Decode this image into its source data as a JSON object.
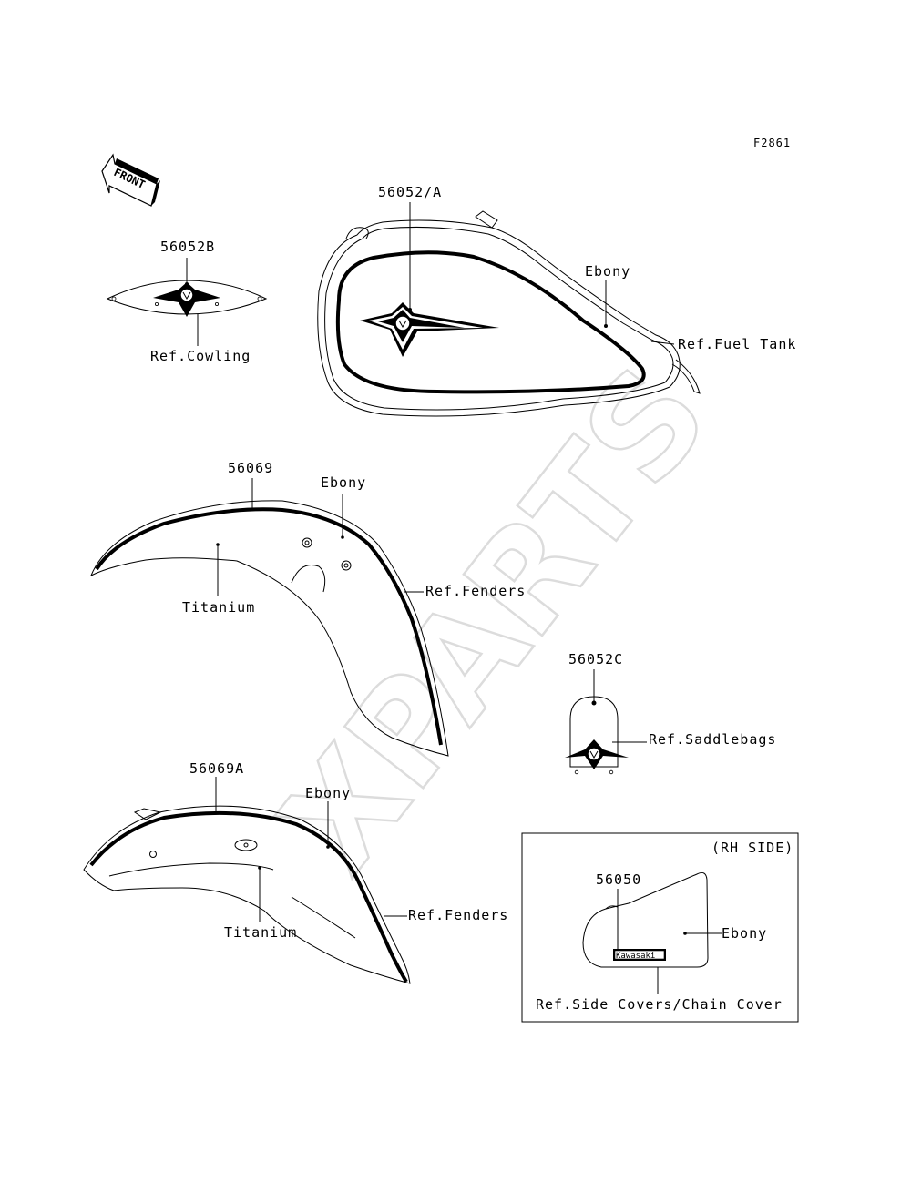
{
  "figure_code": "F2861",
  "front_label": "FRONT",
  "watermark": "XPARTS",
  "labels": {
    "tank_part": "56052/A",
    "tank_color": "Ebony",
    "tank_ref": "Ref.Fuel Tank",
    "cowling_part": "56052B",
    "cowling_ref": "Ref.Cowling",
    "front_fender_part": "56069",
    "front_fender_color1": "Ebony",
    "front_fender_color2": "Titanium",
    "front_fender_ref": "Ref.Fenders",
    "saddlebag_part": "56052C",
    "saddlebag_ref": "Ref.Saddlebags",
    "rear_fender_part": "56069A",
    "rear_fender_color1": "Ebony",
    "rear_fender_color2": "Titanium",
    "rear_fender_ref": "Ref.Fenders",
    "side_cover_side": "(RH SIDE)",
    "side_cover_part": "56050",
    "side_cover_color": "Ebony",
    "side_cover_ref": "Ref.Side Covers/Chain Cover",
    "side_cover_logo": "Kawasaki"
  }
}
